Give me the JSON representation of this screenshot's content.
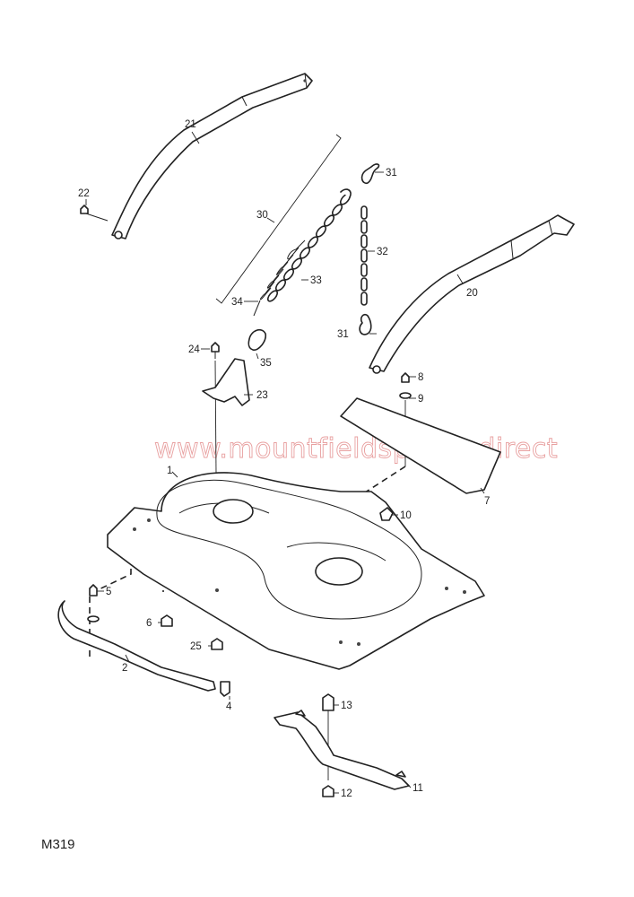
{
  "diagram": {
    "watermark": "www.mountfieldspares.direct",
    "drawing_code": "M319",
    "callouts": {
      "c1": "1",
      "c2": "2",
      "c4": "4",
      "c5": "5",
      "c6": "6",
      "c7": "7",
      "c8": "8",
      "c9": "9",
      "c10": "10",
      "c11": "11",
      "c12": "12",
      "c13": "13",
      "c20": "20",
      "c21": "21",
      "c22": "22",
      "c23": "23",
      "c24": "24",
      "c25": "25",
      "c30": "30",
      "c31a": "31",
      "c31b": "31",
      "c32": "32",
      "c33": "33",
      "c34": "34",
      "c35": "35"
    }
  }
}
